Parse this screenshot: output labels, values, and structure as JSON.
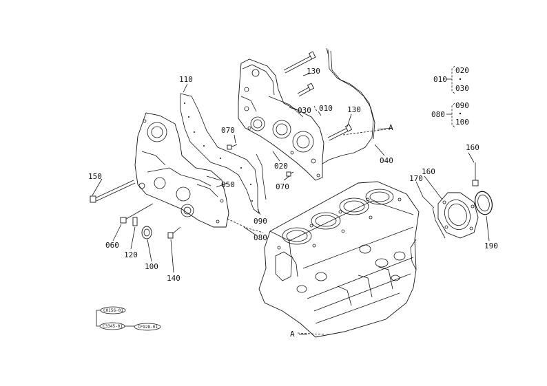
{
  "callouts": [
    {
      "id": "c010a",
      "text": "010"
    },
    {
      "id": "c020a",
      "text": "020"
    },
    {
      "id": "c030a",
      "text": "030"
    },
    {
      "id": "c080a",
      "text": "080"
    },
    {
      "id": "c090a",
      "text": "090"
    },
    {
      "id": "c100a",
      "text": "100"
    },
    {
      "id": "c110",
      "text": "110"
    },
    {
      "id": "c130a",
      "text": "130"
    },
    {
      "id": "c130b",
      "text": "130"
    },
    {
      "id": "c030b",
      "text": "030"
    },
    {
      "id": "c010b",
      "text": "010"
    },
    {
      "id": "c070a",
      "text": "070"
    },
    {
      "id": "c020b",
      "text": "020"
    },
    {
      "id": "c070b",
      "text": "070"
    },
    {
      "id": "c040",
      "text": "040"
    },
    {
      "id": "c050",
      "text": "050"
    },
    {
      "id": "c090b",
      "text": "090"
    },
    {
      "id": "c080b",
      "text": "080"
    },
    {
      "id": "c150",
      "text": "150"
    },
    {
      "id": "c060",
      "text": "060"
    },
    {
      "id": "c120",
      "text": "120"
    },
    {
      "id": "c100b",
      "text": "100"
    },
    {
      "id": "c140",
      "text": "140"
    },
    {
      "id": "c160a",
      "text": "160"
    },
    {
      "id": "c160b",
      "text": "160"
    },
    {
      "id": "c170",
      "text": "170"
    },
    {
      "id": "c190",
      "text": "190"
    },
    {
      "id": "arrowA1",
      "text": "A"
    },
    {
      "id": "arrowA2",
      "text": "A"
    }
  ],
  "ref_tags": [
    {
      "id": "r1",
      "text": "C0156-01"
    },
    {
      "id": "r2",
      "text": "C3345-01"
    },
    {
      "id": "r3",
      "text": "CF928-01"
    }
  ]
}
